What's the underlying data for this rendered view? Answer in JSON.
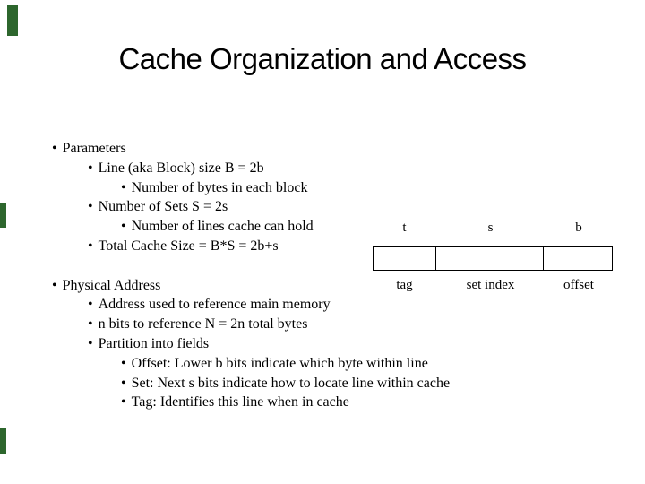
{
  "slide": {
    "title": "Cache Organization and Access",
    "bullet_char": "•",
    "edge_accent_color": "#2d662d",
    "bullets": [
      {
        "level": 1,
        "text": "Parameters"
      },
      {
        "level": 2,
        "text": "Line (aka Block) size B = 2b"
      },
      {
        "level": 3,
        "text": "Number of bytes in each block"
      },
      {
        "level": 2,
        "text": "Number of Sets S = 2s"
      },
      {
        "level": 3,
        "text": "Number of lines cache can hold"
      },
      {
        "level": 2,
        "text": "Total Cache Size = B*S = 2b+s"
      },
      {
        "level": 0,
        "text": ""
      },
      {
        "level": 1,
        "text": "Physical Address"
      },
      {
        "level": 2,
        "text": "Address used to reference main memory"
      },
      {
        "level": 2,
        "text": "n bits to reference N = 2n total bytes"
      },
      {
        "level": 2,
        "text": "Partition into fields"
      },
      {
        "level": 3,
        "text": "Offset: Lower b bits indicate which byte within line"
      },
      {
        "level": 3,
        "text": "Set: Next s bits indicate how to locate line within cache"
      },
      {
        "level": 3,
        "text": "Tag: Identifies this line when in cache"
      }
    ],
    "diagram": {
      "fields": [
        {
          "top_label": "t",
          "bottom_label": "tag"
        },
        {
          "top_label": "s",
          "bottom_label": "set index"
        },
        {
          "top_label": "b",
          "bottom_label": "offset"
        }
      ]
    }
  }
}
